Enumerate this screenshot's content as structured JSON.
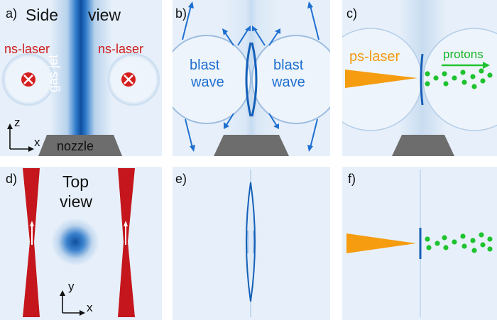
{
  "panels": {
    "a": {
      "label": "a)",
      "title_left": "Side",
      "title_right": "view",
      "laser_left": "ns-laser",
      "laser_right": "ns-laser",
      "jet": "gas jet",
      "nozzle": "nozzle",
      "axis_z": "z",
      "axis_x": "x"
    },
    "b": {
      "label": "b)",
      "left_wave": "blast\nwave",
      "right_wave": "blast\nwave",
      "left_line1": "blast",
      "left_line2": "wave",
      "right_line1": "blast",
      "right_line2": "wave"
    },
    "c": {
      "label": "c)",
      "laser": "ps-laser",
      "protons": "protons"
    },
    "d": {
      "label": "d)",
      "title_line1": "Top",
      "title_line2": "view",
      "axis_y": "y",
      "axis_x": "x"
    },
    "e": {
      "label": "e)"
    },
    "f": {
      "label": "f)"
    }
  },
  "colors": {
    "jet": "#1560b8",
    "laser_red": "#c4161c",
    "blast": "#1e6fd0",
    "ps_laser": "#f59c10",
    "protons": "#1fc22f",
    "nozzle": "#6d6d6d",
    "bg": "#e7f0fa"
  }
}
